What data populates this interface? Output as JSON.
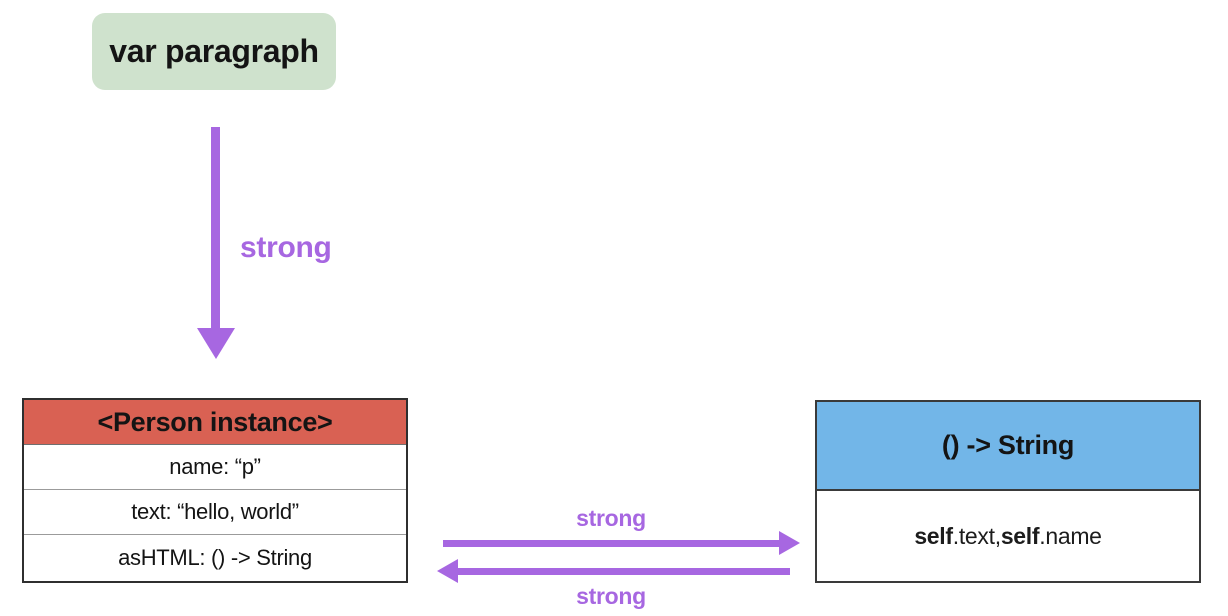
{
  "colors": {
    "background": "#ffffff",
    "var_box_bg": "#cfe2cd",
    "person_header_bg": "#d96153",
    "closure_header_bg": "#72b6e8",
    "arrow_purple": "#a767e1",
    "text": "#141414",
    "border_dark": "#2f2f2f",
    "border_light": "#9b9b9b"
  },
  "var_box": {
    "label": "var paragraph"
  },
  "arrows": {
    "var_to_person": {
      "label": "strong"
    },
    "person_to_closure": {
      "label": "strong"
    },
    "closure_to_person": {
      "label": "strong"
    }
  },
  "person_table": {
    "header": "<Person instance>",
    "rows": [
      "name: “p”",
      "text: “hello, world”",
      "asHTML: () -> String"
    ]
  },
  "closure_box": {
    "header": "() -> String",
    "body_parts": {
      "bold1": "self",
      "normal1": ".text, ",
      "bold2": "self",
      "normal2": ".name"
    }
  }
}
